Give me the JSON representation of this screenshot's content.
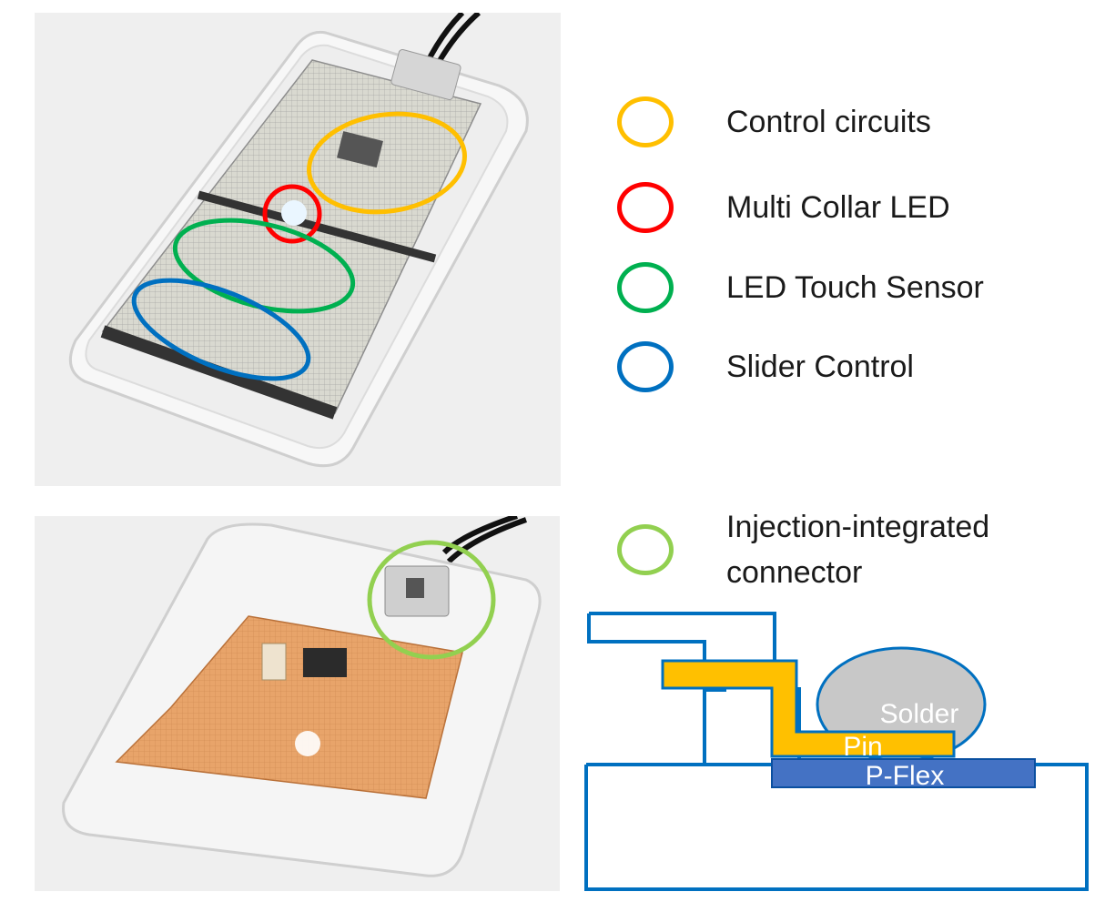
{
  "legend": [
    {
      "label": "Control circuits",
      "color": "#ffbf00"
    },
    {
      "label": "Multi Collar LED",
      "color": "#ff0000"
    },
    {
      "label": "LED Touch Sensor",
      "color": "#00b050"
    },
    {
      "label": "Slider Control",
      "color": "#0070c0"
    },
    {
      "label_line1": "Injection-integrated",
      "label_line2": "connector",
      "color": "#92d050"
    }
  ],
  "diagram": {
    "solder_label": "Solder",
    "pin_label": "Pin",
    "pflex_label": "P-Flex",
    "colors": {
      "outline": "#0070c0",
      "pin": "#ffc000",
      "pflex": "#4472c4",
      "solder": "#c8c8c8"
    }
  }
}
